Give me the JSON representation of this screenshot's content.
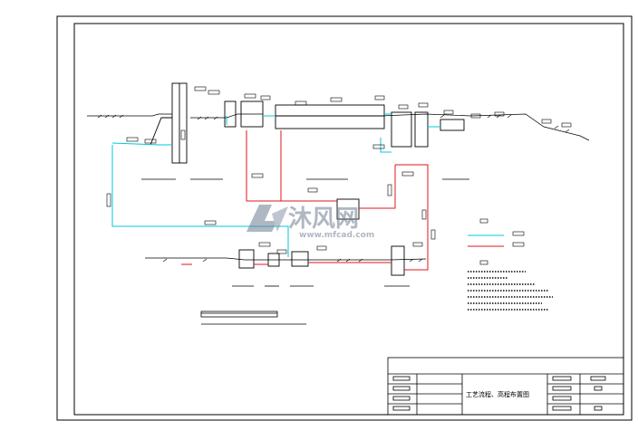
{
  "title_block": {
    "drawing_title": "工艺流程、高程布置图"
  },
  "watermark": {
    "brand": "沐风网",
    "url": "www.mfcad.com"
  },
  "colors": {
    "line": "#000000",
    "flow_cyan": "#00c8d8",
    "flow_red": "#e0141e",
    "watermark": "#6e7d92"
  }
}
